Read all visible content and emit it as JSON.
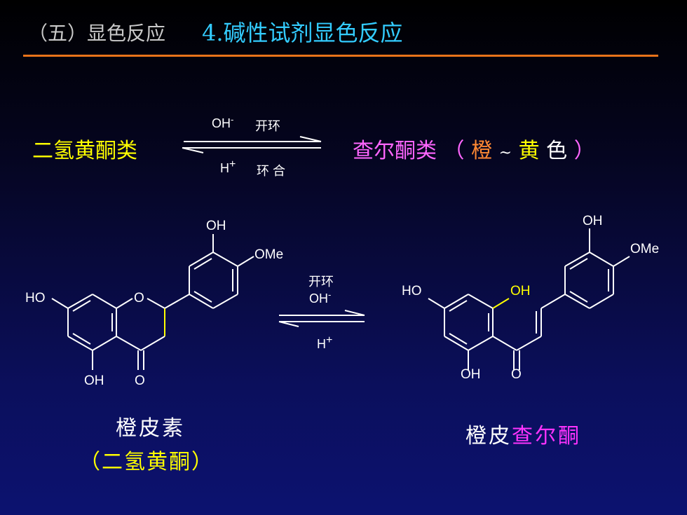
{
  "header": {
    "prefix": "（五）显色反应",
    "title": "4.碱性试剂显色反应",
    "rule_color": "#e8731a"
  },
  "equation": {
    "left": "二氢黄酮类",
    "top_reagent": "OH",
    "top_reagent_sup": "-",
    "top_condition": "开环",
    "bottom_reagent": "H",
    "bottom_reagent_sup": "+",
    "bottom_condition": "环合",
    "right": {
      "name": "查尔酮类",
      "open_paren": "（",
      "color1": "橙",
      "sep": "~",
      "color2": "黄",
      "color3": "色",
      "close_paren": "）"
    }
  },
  "structure1": {
    "atoms": {
      "oh_top": "OH",
      "ome": "OMe",
      "ho_left": "HO",
      "o_ring": "O",
      "oh_bottom": "OH",
      "o_carbonyl": "O"
    },
    "label1": "橙皮素",
    "label2": "（二氢黄酮）"
  },
  "mid_arrow": {
    "top_condition": "开环",
    "top_reagent": "OH",
    "top_reagent_sup": "-",
    "bottom_reagent": "H",
    "bottom_reagent_sup": "+"
  },
  "structure2": {
    "atoms": {
      "oh_top": "OH",
      "ome": "OMe",
      "ho_left": "HO",
      "oh_ring": "OH",
      "oh_bottom": "OH",
      "o_carbonyl": "O"
    },
    "label_white": "橙皮",
    "label_magenta": "查尔酮"
  },
  "colors": {
    "yellow": "#ffff00",
    "magenta": "#ff66ff",
    "cyan": "#33ccff",
    "orange": "#ff8833",
    "bond": "#ffffff"
  }
}
